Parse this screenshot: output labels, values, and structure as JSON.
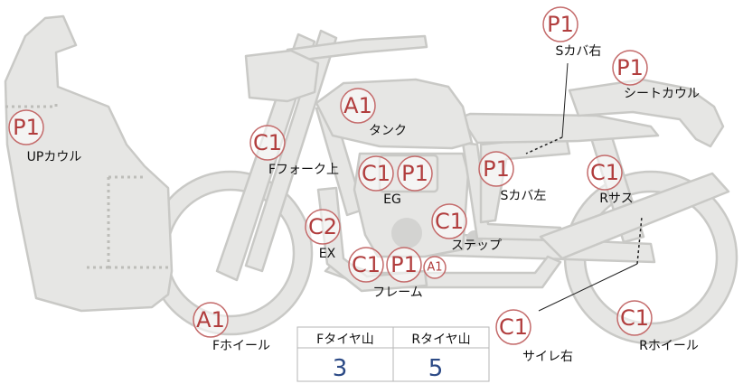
{
  "parts": {
    "up_cowl": {
      "grade": "P1",
      "label": "UPカウル"
    },
    "f_wheel": {
      "grade": "A1",
      "label": "Fホイール"
    },
    "f_fork_upper": {
      "grade": "C1",
      "label": "Fフォーク上"
    },
    "tank": {
      "grade": "A1",
      "label": "タンク"
    },
    "eg": {
      "grades": [
        "C1",
        "P1"
      ],
      "label": "EG"
    },
    "ex": {
      "grade": "C2",
      "label": "EX"
    },
    "frame": {
      "grades": [
        "C1",
        "P1",
        "A1"
      ],
      "label": "フレーム"
    },
    "step": {
      "grade": "C1",
      "label": "ステップ"
    },
    "s_cover_left": {
      "grade": "P1",
      "label": "Sカバ左"
    },
    "s_cover_right": {
      "grade": "P1",
      "label": "Sカバ右"
    },
    "seat_cowl": {
      "grade": "P1",
      "label": "シートカウル"
    },
    "r_suspension": {
      "grade": "C1",
      "label": "Rサス"
    },
    "silencer_right": {
      "grade": "C1",
      "label": "サイレ右"
    },
    "r_wheel": {
      "grade": "C1",
      "label": "Rホイール"
    }
  },
  "tire_table": {
    "front_header": "Fタイヤ山",
    "rear_header": "Rタイヤ山",
    "front_value": "3",
    "rear_value": "5"
  },
  "colors": {
    "part_fill": "#e6e6e4",
    "part_outline": "#c9c9c6",
    "badge_text": "#b13d3d",
    "table_value": "#2c4a86"
  }
}
